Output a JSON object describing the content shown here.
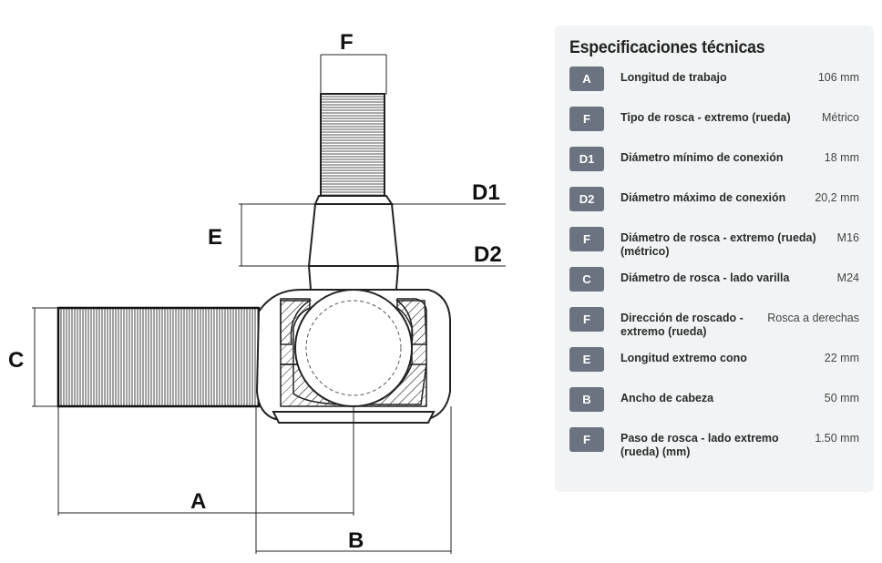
{
  "diagram": {
    "labels": {
      "F": "F",
      "D1": "D1",
      "D2": "D2",
      "E": "E",
      "C": "C",
      "A": "A",
      "B": "B"
    }
  },
  "specs": {
    "title": "Especificaciones técnicas",
    "rows": [
      {
        "code": "A",
        "label": "Longitud de trabajo",
        "value": "106 mm"
      },
      {
        "code": "F",
        "label": "Tipo de rosca - extremo (rueda)",
        "value": "Métrico"
      },
      {
        "code": "D1",
        "label": "Diámetro mínimo de conexión",
        "value": "18 mm"
      },
      {
        "code": "D2",
        "label": "Diámetro máximo de conexión",
        "value": "20,2 mm"
      },
      {
        "code": "F",
        "label": "Diámetro de rosca - extremo (rueda) (métrico)",
        "value": "M16"
      },
      {
        "code": "C",
        "label": "Diámetro de rosca - lado varilla",
        "value": "M24"
      },
      {
        "code": "F",
        "label": "Dirección de roscado - extremo (rueda)",
        "value": "Rosca a derechas"
      },
      {
        "code": "E",
        "label": "Longitud extremo cono",
        "value": "22 mm"
      },
      {
        "code": "B",
        "label": "Ancho de cabeza",
        "value": "50 mm"
      },
      {
        "code": "F",
        "label": "Paso de rosca - lado extremo (rueda) (mm)",
        "value": "1.50 mm"
      }
    ]
  }
}
